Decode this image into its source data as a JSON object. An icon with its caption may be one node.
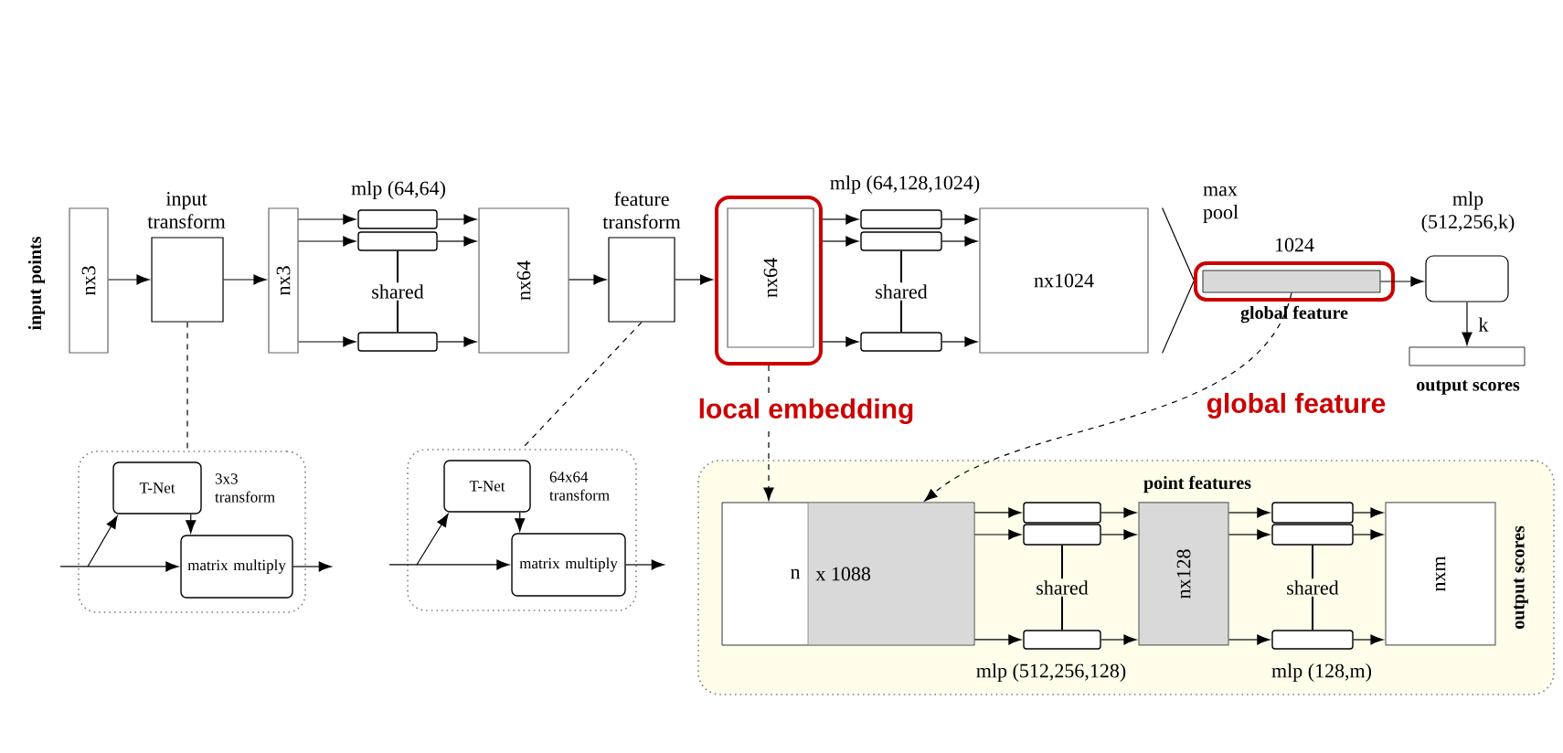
{
  "diagram": {
    "nodes": [
      {
        "text": [
          "nx3"
        ],
        "beside": [
          "input points"
        ]
      },
      {
        "text": [
          "input transform"
        ]
      },
      {
        "text": [
          "nx3"
        ]
      },
      {
        "text": [],
        "shape": "box"
      },
      {
        "text": [],
        "shape": "box"
      },
      {
        "text": [],
        "shape": "box"
      },
      {
        "text": [
          "nx64"
        ]
      },
      {
        "text": [
          "feature transform"
        ]
      },
      {
        "text": [
          "nx64"
        ]
      },
      {
        "text": [],
        "shape": "box"
      },
      {
        "text": [],
        "shape": "box"
      },
      {
        "text": [],
        "shape": "box"
      },
      {
        "text": [
          "nx1024"
        ]
      },
      {
        "text": [
          "max pool"
        ]
      },
      {
        "text": [],
        "shape": "bar",
        "beside": [
          "1024"
        ]
      },
      {
        "text": [
          "mlp (512,256,k)"
        ]
      },
      {
        "text": [],
        "shape": "bar",
        "beside": [
          "output scores"
        ]
      },
      {
        "text": [
          "3x3 transform"
        ]
      },
      {
        "text": [
          "T-Net"
        ],
        "in": 17
      },
      {
        "text": [
          "matrix multiply"
        ],
        "in": 17
      },
      {
        "text": [
          "64x64 transform"
        ]
      },
      {
        "text": [
          "T-Net"
        ],
        "in": 20
      },
      {
        "text": [
          "matrix multiply"
        ],
        "in": 20
      },
      {
        "text": [],
        "shape": "box"
      },
      {
        "text": [
          "n",
          "x 1088"
        ],
        "in": 23
      },
      {
        "text": [],
        "shape": "box",
        "in": 23
      },
      {
        "text": [],
        "shape": "box",
        "in": 23
      },
      {
        "text": [],
        "shape": "box",
        "in": 23
      },
      {
        "text": [
          "nx128"
        ],
        "in": 23
      },
      {
        "text": [],
        "shape": "box",
        "in": 23
      },
      {
        "text": [],
        "shape": "box",
        "in": 23
      },
      {
        "text": [],
        "shape": "box",
        "in": 23
      },
      {
        "text": [
          "nxm"
        ],
        "in": 23
      }
    ],
    "edges": [
      {
        "from": 0,
        "to": 1,
        "arrow": "to"
      },
      {
        "from": 1,
        "to": 2,
        "arrow": "to"
      },
      {
        "from": 2,
        "to": 3,
        "arrow": "to"
      },
      {
        "from": 2,
        "to": 4,
        "arrow": "to"
      },
      {
        "from": 2,
        "to": 5,
        "arrow": "to"
      },
      {
        "from": 3,
        "to": 6,
        "arrow": "to"
      },
      {
        "from": 4,
        "to": 6,
        "arrow": "to"
      },
      {
        "from": 5,
        "to": 6,
        "arrow": "to"
      },
      {
        "from": 4,
        "to": 5,
        "arrow": "none",
        "label": "shared"
      },
      {
        "from": 6,
        "to": 7,
        "arrow": "to"
      },
      {
        "from": 7,
        "to": 8,
        "arrow": "to"
      },
      {
        "from": 8,
        "to": 9,
        "arrow": "to"
      },
      {
        "from": 8,
        "to": 10,
        "arrow": "to"
      },
      {
        "from": 8,
        "to": 11,
        "arrow": "to"
      },
      {
        "from": 9,
        "to": 12,
        "arrow": "to"
      },
      {
        "from": 10,
        "to": 12,
        "arrow": "to"
      },
      {
        "from": 11,
        "to": 12,
        "arrow": "to"
      },
      {
        "from": 10,
        "to": 11,
        "arrow": "none",
        "label": "shared"
      },
      {
        "from": 14,
        "to": 15,
        "arrow": "to"
      },
      {
        "from": 15,
        "to": 16,
        "arrow": "to",
        "label": "k"
      },
      {
        "from": 1,
        "to": 17,
        "arrow": "none",
        "style": "dashed"
      },
      {
        "from": 7,
        "to": 20,
        "arrow": "none",
        "style": "dashed"
      },
      {
        "from": null,
        "to": 19,
        "arrow": "to"
      },
      {
        "from": null,
        "to": 18,
        "arrow": "to"
      },
      {
        "from": 18,
        "to": 19,
        "arrow": "to"
      },
      {
        "from": 19,
        "to": null,
        "arrow": "to"
      },
      {
        "from": null,
        "to": 22,
        "arrow": "to"
      },
      {
        "from": null,
        "to": 21,
        "arrow": "to"
      },
      {
        "from": 21,
        "to": 22,
        "arrow": "to"
      },
      {
        "from": 22,
        "to": null,
        "arrow": "to"
      },
      {
        "from": 8,
        "to": 24,
        "arrow": "to",
        "style": "dashed"
      },
      {
        "from": 14,
        "to": 24,
        "arrow": "to",
        "style": "dashed"
      },
      {
        "from": 24,
        "to": 25,
        "arrow": "to"
      },
      {
        "from": 24,
        "to": 26,
        "arrow": "to"
      },
      {
        "from": 24,
        "to": 27,
        "arrow": "to"
      },
      {
        "from": 25,
        "to": 28,
        "arrow": "to"
      },
      {
        "from": 26,
        "to": 28,
        "arrow": "to"
      },
      {
        "from": 27,
        "to": 28,
        "arrow": "to"
      },
      {
        "from": 26,
        "to": 27,
        "arrow": "none",
        "label": "shared"
      },
      {
        "from": 28,
        "to": 29,
        "arrow": "to"
      },
      {
        "from": 28,
        "to": 30,
        "arrow": "to"
      },
      {
        "from": 28,
        "to": 31,
        "arrow": "to"
      },
      {
        "from": 29,
        "to": 32,
        "arrow": "to"
      },
      {
        "from": 30,
        "to": 32,
        "arrow": "to"
      },
      {
        "from": 31,
        "to": 32,
        "arrow": "to"
      },
      {
        "from": 30,
        "to": 31,
        "arrow": "none",
        "label": "shared"
      }
    ],
    "labels": [
      "mlp (64,64)",
      "mlp (64,128,1024)",
      "global feature",
      "local embedding",
      "global feature",
      "point features",
      "output scores",
      "mlp (512,256,128)",
      "mlp (128,m)"
    ]
  }
}
